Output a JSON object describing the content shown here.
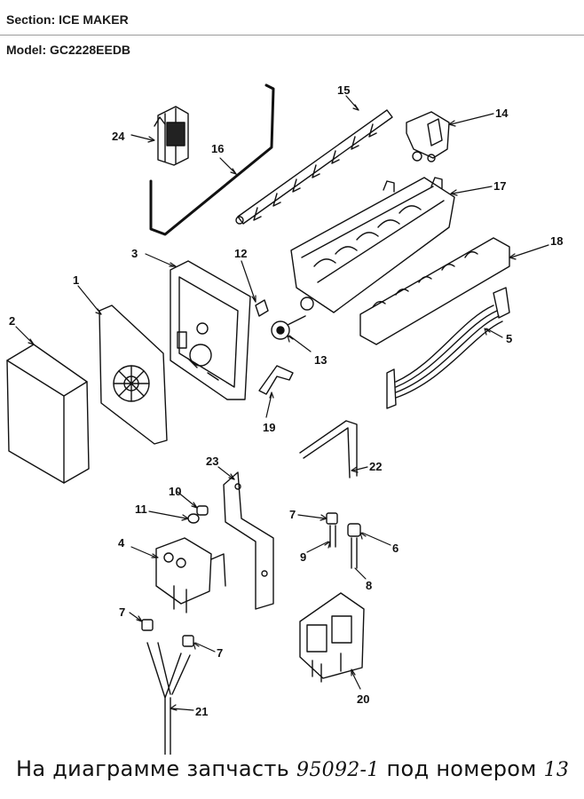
{
  "header": {
    "section_label": "Section:",
    "section_value": "ICE MAKER",
    "model_label": "Model:",
    "model_value": "GC2228EEDB"
  },
  "callouts": {
    "c1": "1",
    "c2": "2",
    "c3": "3",
    "c4": "4",
    "c5": "5",
    "c6": "6",
    "c7a": "7",
    "c7b": "7",
    "c7c": "7",
    "c8": "8",
    "c9": "9",
    "c10": "10",
    "c11": "11",
    "c12": "12",
    "c13": "13",
    "c14": "14",
    "c15": "15",
    "c16": "16",
    "c17": "17",
    "c18": "18",
    "c19": "19",
    "c20": "20",
    "c21": "21",
    "c22": "22",
    "c23": "23",
    "c24": "24"
  },
  "caption": {
    "text_before": "На диаграмме запчасть",
    "part_number": "95092-1",
    "text_middle": "под номером",
    "callout_number": "13"
  },
  "colors": {
    "ink": "#111111",
    "rule": "#9a9a9a",
    "background": "#ffffff"
  }
}
